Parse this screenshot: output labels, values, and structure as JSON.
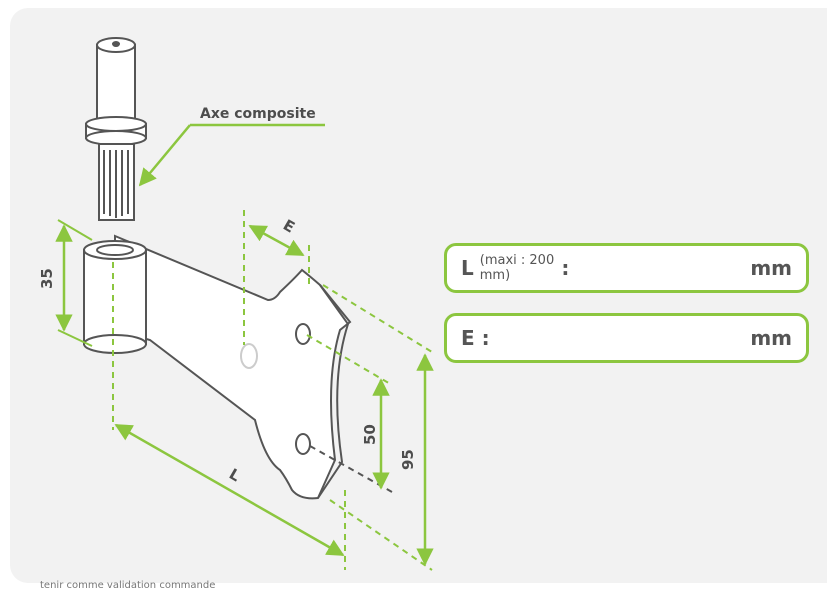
{
  "callout": {
    "label": "Axe composite"
  },
  "dimensions": {
    "height_35": "35",
    "offset_E": "E",
    "length_L": "L",
    "spacing_50": "50",
    "height_95": "95"
  },
  "form": {
    "L": {
      "key": "L",
      "hint": "(maxi : 200 mm)",
      "colon": ":",
      "unit": "mm",
      "value": ""
    },
    "E": {
      "key": "E :",
      "unit": "mm",
      "value": ""
    }
  },
  "footnote": {
    "text": "tenir comme validation commande"
  },
  "colors": {
    "accent": "#8cc63f",
    "line": "#555555",
    "panel": "#f2f2f2"
  }
}
